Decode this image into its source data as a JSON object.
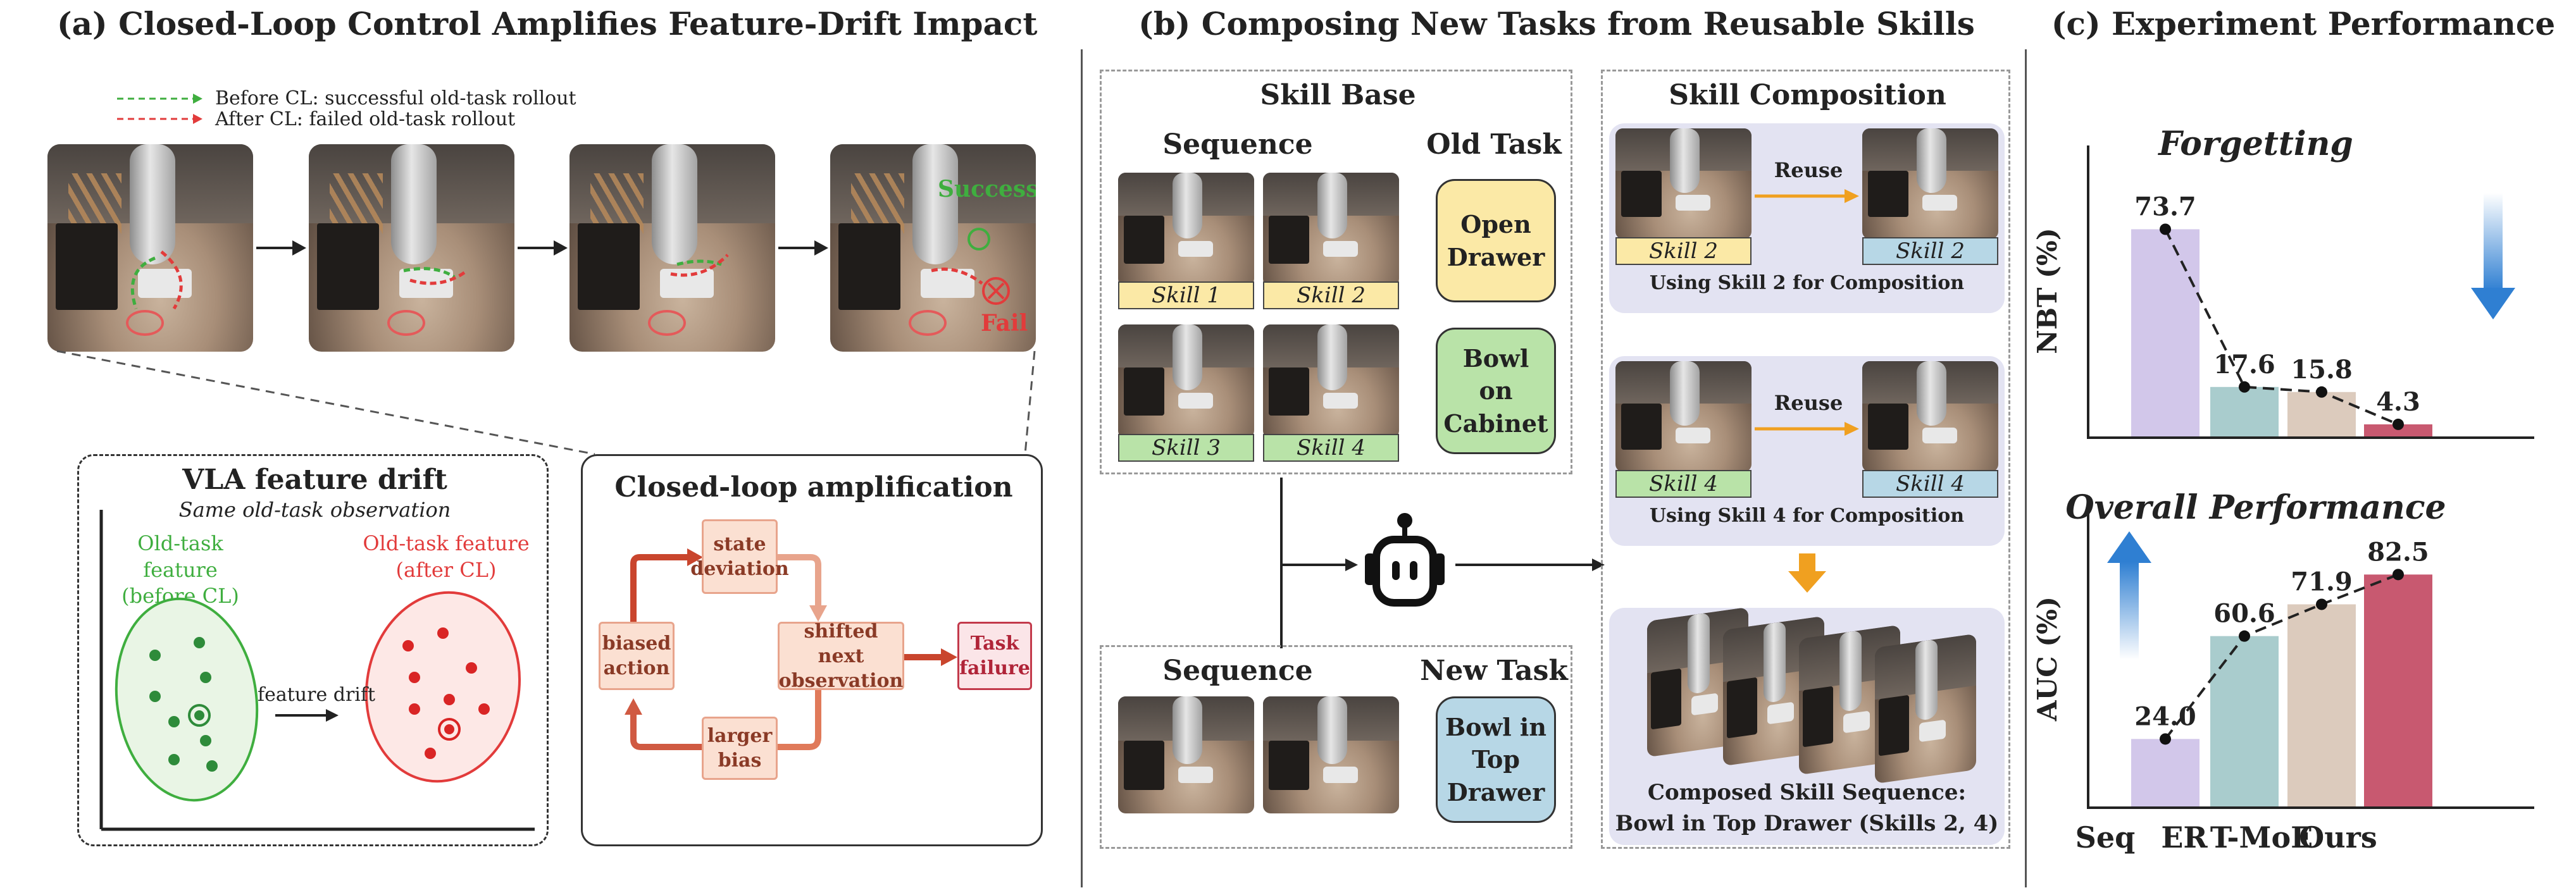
{
  "panel_a": {
    "title": "(a) Closed-Loop Control Amplifies Feature-Drift Impact",
    "legend": {
      "before": "Before CL: successful old-task rollout",
      "after": "After CL: failed old-task rollout",
      "before_color": "#3fae3f",
      "after_color": "#e23b3b"
    },
    "rollout_labels": {
      "success": "Success",
      "fail": "Fail"
    },
    "drift_box": {
      "title": "VLA feature drift",
      "subtitle": "Same old-task observation",
      "before_label": "Old-task feature\n(before CL)",
      "after_label": "Old-task feature\n(after CL)",
      "arrow_label": "feature drift"
    },
    "loop_box": {
      "title": "Closed-loop amplification",
      "nodes": {
        "state": "state\ndeviation",
        "shifted": "shifted next\nobservation",
        "larger": "larger\nbias",
        "biased": "biased\naction",
        "failure": "Task\nfailure"
      }
    }
  },
  "panel_b": {
    "title": "(b) Composing New Tasks from Reusable Skills",
    "skill_base": {
      "title": "Skill Base",
      "sequence_header": "Sequence",
      "old_task_header": "Old Task",
      "skills": [
        "Skill 1",
        "Skill 2",
        "Skill 3",
        "Skill 4"
      ],
      "old_tasks": [
        "Open\nDrawer",
        "Bowl\non Cabinet"
      ]
    },
    "skill_composition": {
      "title": "Skill Composition",
      "reuse": "Reuse",
      "row1": {
        "left": "Skill 2",
        "right": "Skill 2",
        "caption": "Using Skill 2 for Composition"
      },
      "row2": {
        "left": "Skill 4",
        "right": "Skill 4",
        "caption": "Using Skill 4 for Composition"
      },
      "composed_caption": "Composed Skill Sequence:\nBowl in Top Drawer (Skills 2, 4)"
    },
    "new_task": {
      "sequence_header": "Sequence",
      "new_task_header": "New Task",
      "task": "Bowl in\nTop Drawer"
    }
  },
  "panel_c": {
    "title": "(c) Experiment Performance"
  },
  "chart_data": [
    {
      "type": "bar",
      "title": "Forgetting",
      "ylabel": "NBT (%)",
      "categories": [
        "Seq",
        "ER",
        "T-MoE",
        "Ours"
      ],
      "values": [
        73.7,
        17.6,
        15.8,
        4.3
      ],
      "colors": [
        "#d2c7ea",
        "#a9cccd",
        "#dccbbd",
        "#c85970"
      ],
      "ylim": [
        0,
        90
      ],
      "trend": "lower is better"
    },
    {
      "type": "bar",
      "title": "Overall Performance",
      "ylabel": "AUC (%)",
      "categories": [
        "Seq",
        "ER",
        "T-MoE",
        "Ours"
      ],
      "values": [
        24.0,
        60.6,
        71.9,
        82.5
      ],
      "colors": [
        "#d2c7ea",
        "#a9cccd",
        "#dccbbd",
        "#c85970"
      ],
      "ylim": [
        0,
        90
      ],
      "trend": "higher is better"
    }
  ]
}
